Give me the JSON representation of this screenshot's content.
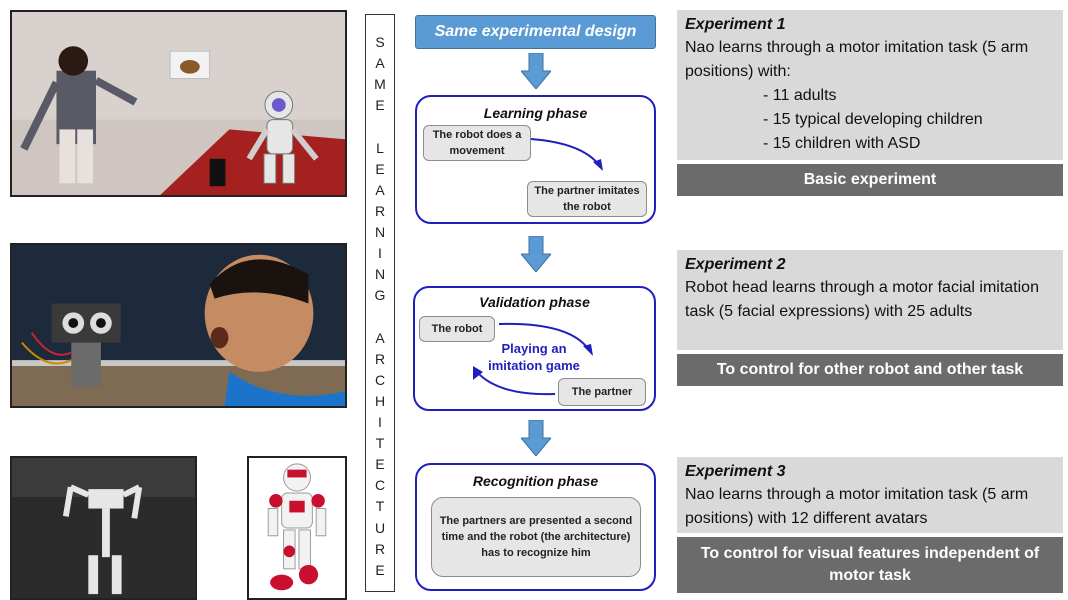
{
  "vertical_label": {
    "letters": [
      "S",
      "A",
      "M",
      "E",
      "",
      "L",
      "E",
      "A",
      "R",
      "N",
      "I",
      "N",
      "G",
      "",
      "A",
      "R",
      "C",
      "H",
      "I",
      "T",
      "E",
      "C",
      "T",
      "U",
      "R",
      "E"
    ]
  },
  "design_header": "Same experimental design",
  "phases": {
    "learning": {
      "title": "Learning phase",
      "box1": "The robot does a movement",
      "box2": "The partner imitates the robot"
    },
    "validation": {
      "title": "Validation phase",
      "box1": "The robot",
      "center": "Playing an imitation game",
      "box2": "The partner"
    },
    "recognition": {
      "title": "Recognition phase",
      "box1": "The partners are presented a second time and the robot (the architecture) has to recognize him"
    }
  },
  "experiments": [
    {
      "title": "Experiment 1",
      "text": "Nao learns through a motor imitation task (5 arm positions) with:",
      "list": [
        "- 11 adults",
        "- 15 typical developing children",
        "- 15 children with ASD"
      ],
      "bar": "Basic experiment"
    },
    {
      "title": "Experiment 2",
      "text": "Robot head learns through a motor facial imitation task (5 facial expressions) with 25 adults",
      "bar": "To control for other robot and other task"
    },
    {
      "title": "Experiment 3",
      "text": "Nao learns through a motor imitation task (5 arm positions) with 12 different avatars",
      "bar": "To control for visual features independent of motor task"
    }
  ],
  "colors": {
    "header_blue": "#5b9bd5",
    "phase_border": "#1f1fbf",
    "panel_gray": "#d9d9d9",
    "bar_gray": "#6b6b6b"
  }
}
